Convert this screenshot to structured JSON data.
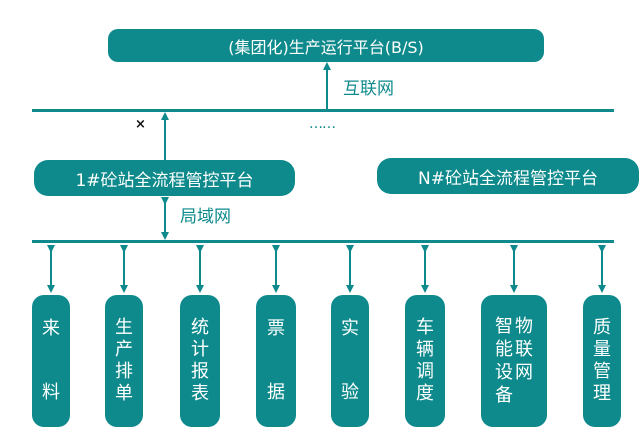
{
  "colors": {
    "teal": "#0e8a8c",
    "white": "#ffffff"
  },
  "top_platform": "(集团化)生产运行平台(B/S)",
  "internet_label": "互联网",
  "ellipsis": "……",
  "x_mark": "×",
  "station_1": "1#砼站全流程管控平台",
  "station_n": "N#砼站全流程管控平台",
  "lan_label": "局域网",
  "modules": [
    {
      "name": "来料",
      "chars": [
        "来",
        "料"
      ]
    },
    {
      "name": "生产排单",
      "chars": [
        "生",
        "产",
        "排",
        "单"
      ]
    },
    {
      "name": "统计报表",
      "chars": [
        "统",
        "计",
        "报",
        "表"
      ]
    },
    {
      "name": "票据",
      "chars": [
        "票",
        "据"
      ]
    },
    {
      "name": "实验",
      "chars": [
        "实",
        "验"
      ]
    },
    {
      "name": "车辆调度",
      "chars": [
        "车",
        "辆",
        "调",
        "度"
      ]
    },
    {
      "name": "智能设备物联网",
      "cols": [
        [
          "智",
          "能",
          "设",
          "备"
        ],
        [
          "物",
          "联",
          "网"
        ]
      ]
    },
    {
      "name": "质量管理",
      "chars": [
        "质",
        "量",
        "管",
        "理"
      ]
    }
  ]
}
